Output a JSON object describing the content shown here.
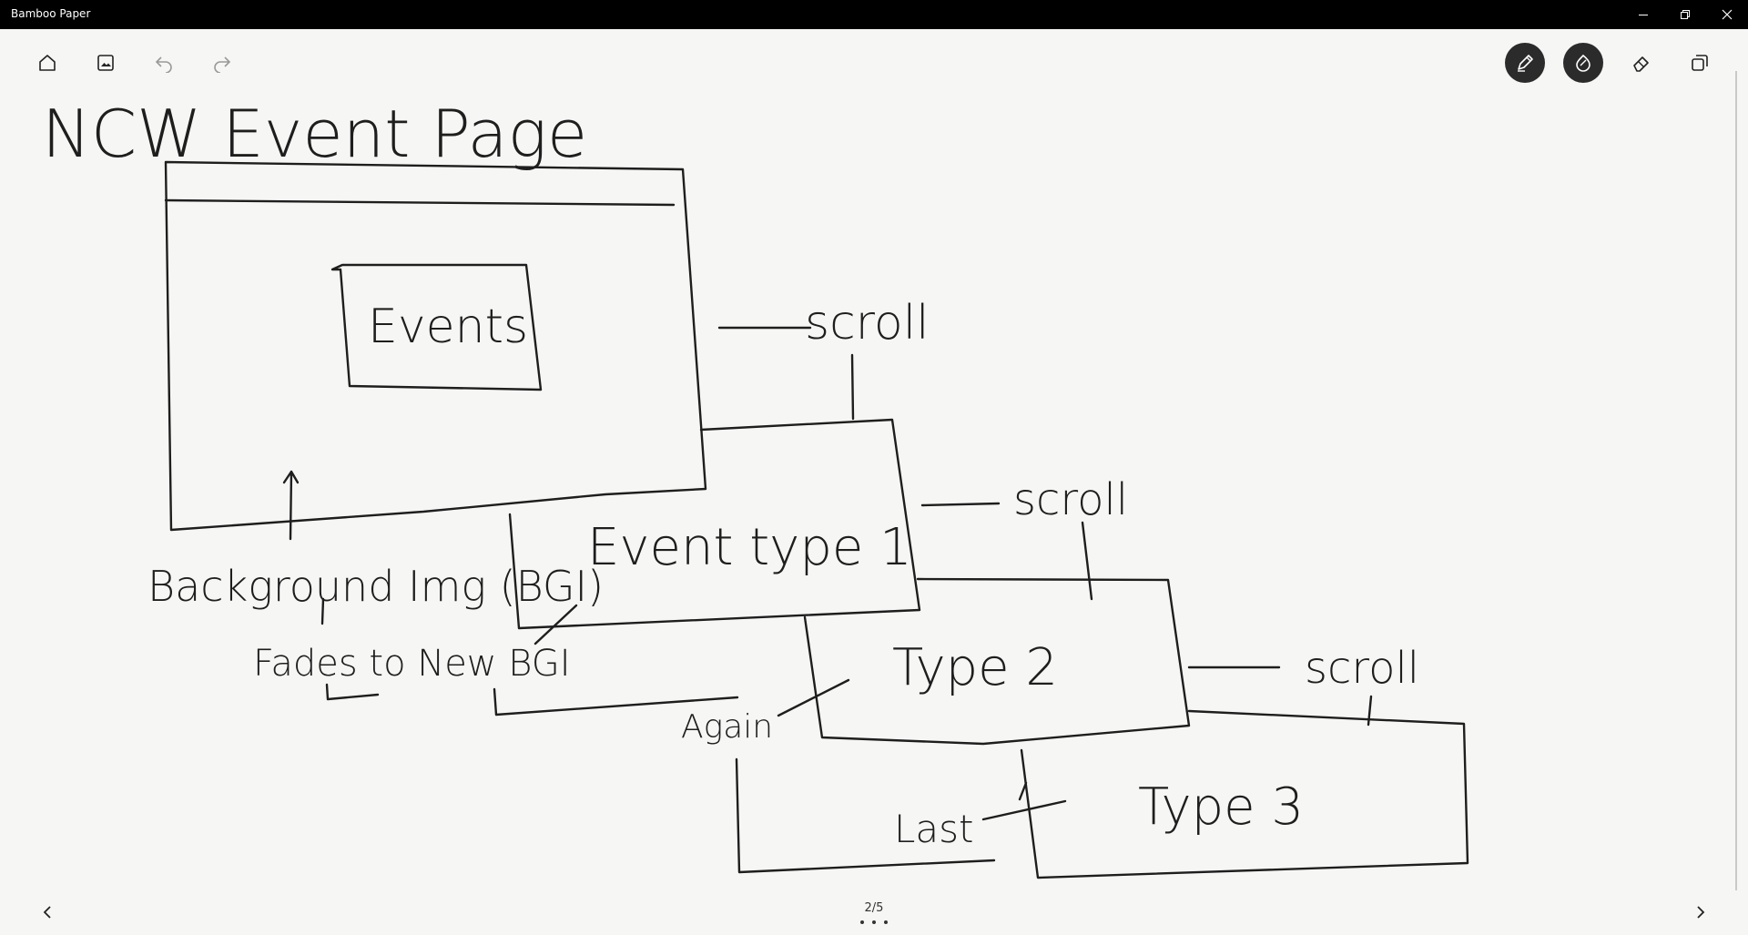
{
  "window": {
    "title": "Bamboo Paper"
  },
  "toolbar": {
    "left_icons": [
      "home-icon",
      "image-insert-icon",
      "undo-icon",
      "redo-icon"
    ],
    "right_icons": [
      "pen-tool-icon",
      "brush-tool-icon",
      "eraser-icon",
      "crop-icon"
    ]
  },
  "sketch": {
    "title": "NCW Event Page",
    "inner_box_label": "Events",
    "event_type_1": "Event type 1",
    "type_2": "Type 2",
    "type_3": "Type 3",
    "scroll_1": "scroll",
    "scroll_2": "scroll",
    "scroll_3": "scroll",
    "background_note": "Background Img (BGI)",
    "fades_note": "Fades to New BGI",
    "again_note": "Again",
    "last_note": "Last"
  },
  "pager": {
    "label": "2/5"
  },
  "colors": {
    "titlebar": "#000000",
    "canvas": "#f6f6f4",
    "ink": "#1e1e1e",
    "active_tool": "#2b2b2b"
  }
}
